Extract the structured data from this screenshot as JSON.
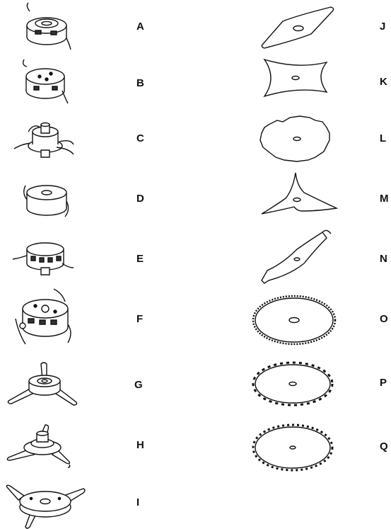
{
  "left_column": [
    {
      "label": "A",
      "icon": "trimmer-head-bump-feed-icon"
    },
    {
      "label": "B",
      "icon": "trimmer-head-fixed-line-icon"
    },
    {
      "label": "C",
      "icon": "trimmer-head-tap-feed-icon"
    },
    {
      "label": "D",
      "icon": "trimmer-spool-head-icon"
    },
    {
      "label": "E",
      "icon": "trimmer-head-auto-feed-icon"
    },
    {
      "label": "F",
      "icon": "trimmer-head-large-spool-icon"
    },
    {
      "label": "G",
      "icon": "three-blade-plastic-head-icon"
    },
    {
      "label": "H",
      "icon": "three-blade-knife-head-icon"
    },
    {
      "label": "I",
      "icon": "three-blade-disc-head-icon"
    }
  ],
  "right_column": [
    {
      "label": "J",
      "icon": "two-tooth-blade-icon"
    },
    {
      "label": "K",
      "icon": "four-tooth-blade-icon"
    },
    {
      "label": "L",
      "icon": "eight-tooth-blade-icon"
    },
    {
      "label": "M",
      "icon": "three-tooth-blade-icon"
    },
    {
      "label": "N",
      "icon": "brush-knife-blade-icon"
    },
    {
      "label": "O",
      "icon": "fine-tooth-saw-blade-icon"
    },
    {
      "label": "P",
      "icon": "chisel-tooth-saw-blade-icon"
    },
    {
      "label": "Q",
      "icon": "scratcher-saw-blade-icon"
    }
  ]
}
